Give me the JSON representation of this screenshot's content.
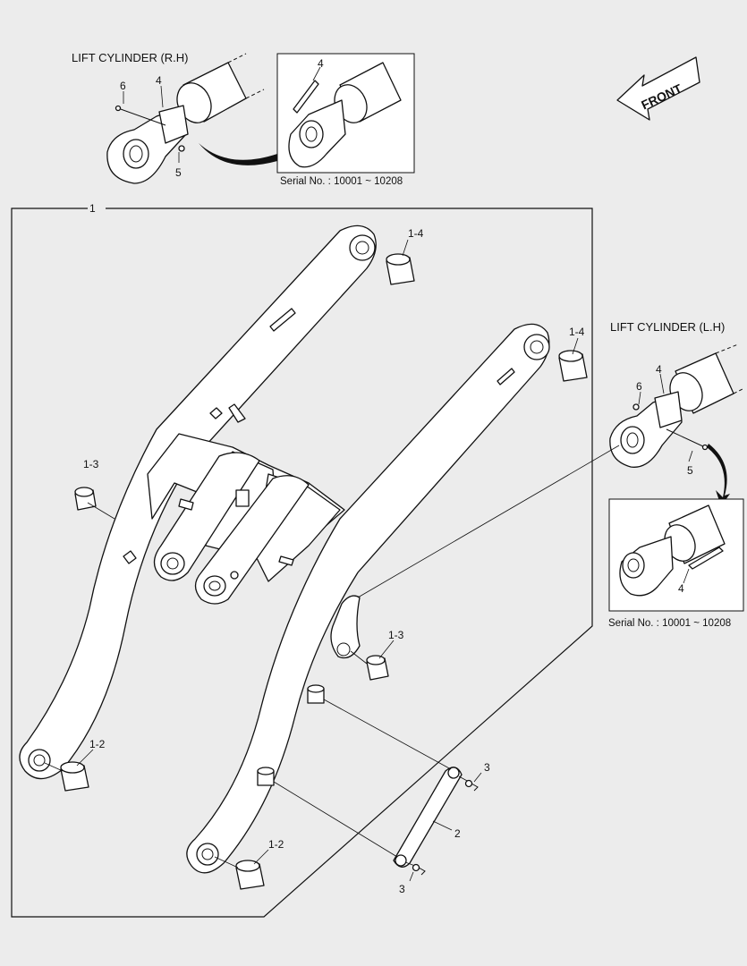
{
  "front_label": "FRONT",
  "rh": {
    "title": "LIFT CYLINDER (R.H)",
    "serial": "Serial No. : 10001 ~ 10208",
    "callouts": [
      "6",
      "4",
      "5",
      "4"
    ]
  },
  "lh": {
    "title": "LIFT CYLINDER (L.H)",
    "serial": "Serial No. : 10001 ~ 10208",
    "callouts": [
      "4",
      "6",
      "5",
      "4"
    ]
  },
  "assembly": {
    "callout_main": "1",
    "callouts": [
      "1-4",
      "1-4",
      "1-3",
      "1-3",
      "1-2",
      "1-2",
      "3",
      "3",
      "2"
    ]
  }
}
